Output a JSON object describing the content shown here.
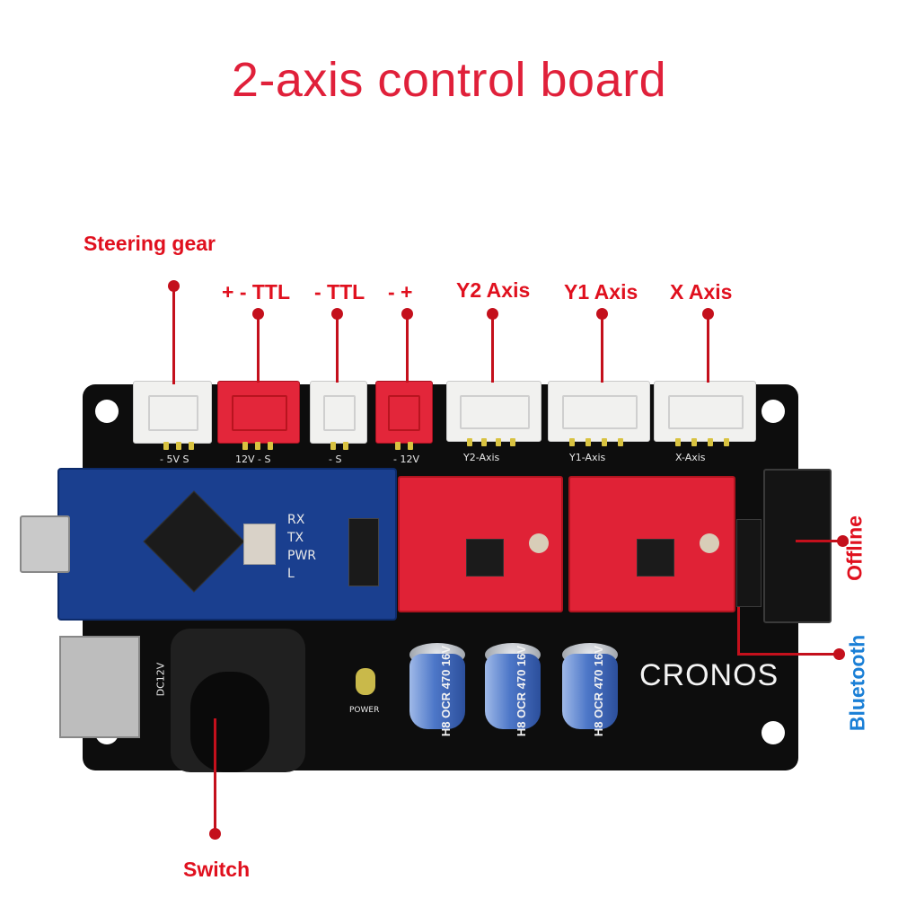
{
  "title": "2-axis control board",
  "labels": {
    "steering_gear": "Steering gear",
    "ttl_pm": "+ - TTL",
    "ttl_m": "- TTL",
    "power_mp": "- +",
    "y2_axis": "Y2 Axis",
    "y1_axis": "Y1 Axis",
    "x_axis": "X Axis",
    "offline": "Offline",
    "bluetooth": "Bluetooth",
    "switch": "Switch"
  },
  "silkscreen": {
    "steering_pins": "-  5V  S",
    "ttl_pins": "12V  -  S",
    "ttl2_pins": "-  S",
    "power_pins": "- 12V",
    "y2": "Y2-Axis",
    "y1": "Y1-Axis",
    "x": "X-Axis",
    "power": "POWER",
    "rx": "RX",
    "tx": "TX",
    "pwr": "PWR",
    "l": "L",
    "dc12v": "DC12V"
  },
  "logo": "CRONOS",
  "capacitor_text": "H8 OCR 470 16V",
  "colors": {
    "title": "#e0203a",
    "label_red": "#e0101e",
    "label_blue": "#1a7fd6",
    "board": "#0d0d0d",
    "nano": "#1a3f8f",
    "driver": "#e02236"
  }
}
